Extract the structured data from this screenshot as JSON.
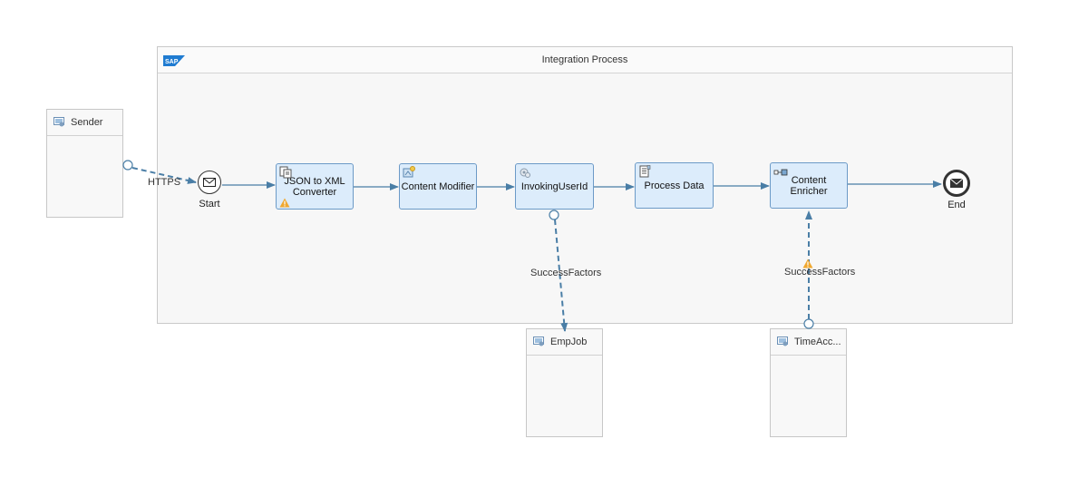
{
  "pool": {
    "title": "Integration Process",
    "logo_text": "SAP"
  },
  "participants": {
    "sender": {
      "label": "Sender"
    },
    "empjob": {
      "label": "EmpJob"
    },
    "timeacc": {
      "label": "TimeAcc..."
    }
  },
  "events": {
    "start": {
      "label": "Start"
    },
    "end": {
      "label": "End"
    }
  },
  "steps": {
    "json_xml": {
      "line1": "JSON to XML",
      "line2": "Converter"
    },
    "content_modifier": {
      "label": "Content Modifier"
    },
    "invoking_user": {
      "label": "InvokingUserId"
    },
    "process_data": {
      "label": "Process Data"
    },
    "content_enricher": {
      "line1": "Content",
      "line2": "Enricher"
    }
  },
  "channels": {
    "sender_channel": "HTTPS",
    "empjob_channel": "SuccessFactors",
    "timeacc_channel": "SuccessFactors"
  },
  "colors": {
    "step_fill": "#dcecfb",
    "step_border": "#6c9ac7",
    "connector": "#4a7ea6",
    "warning": "#f0a830"
  }
}
